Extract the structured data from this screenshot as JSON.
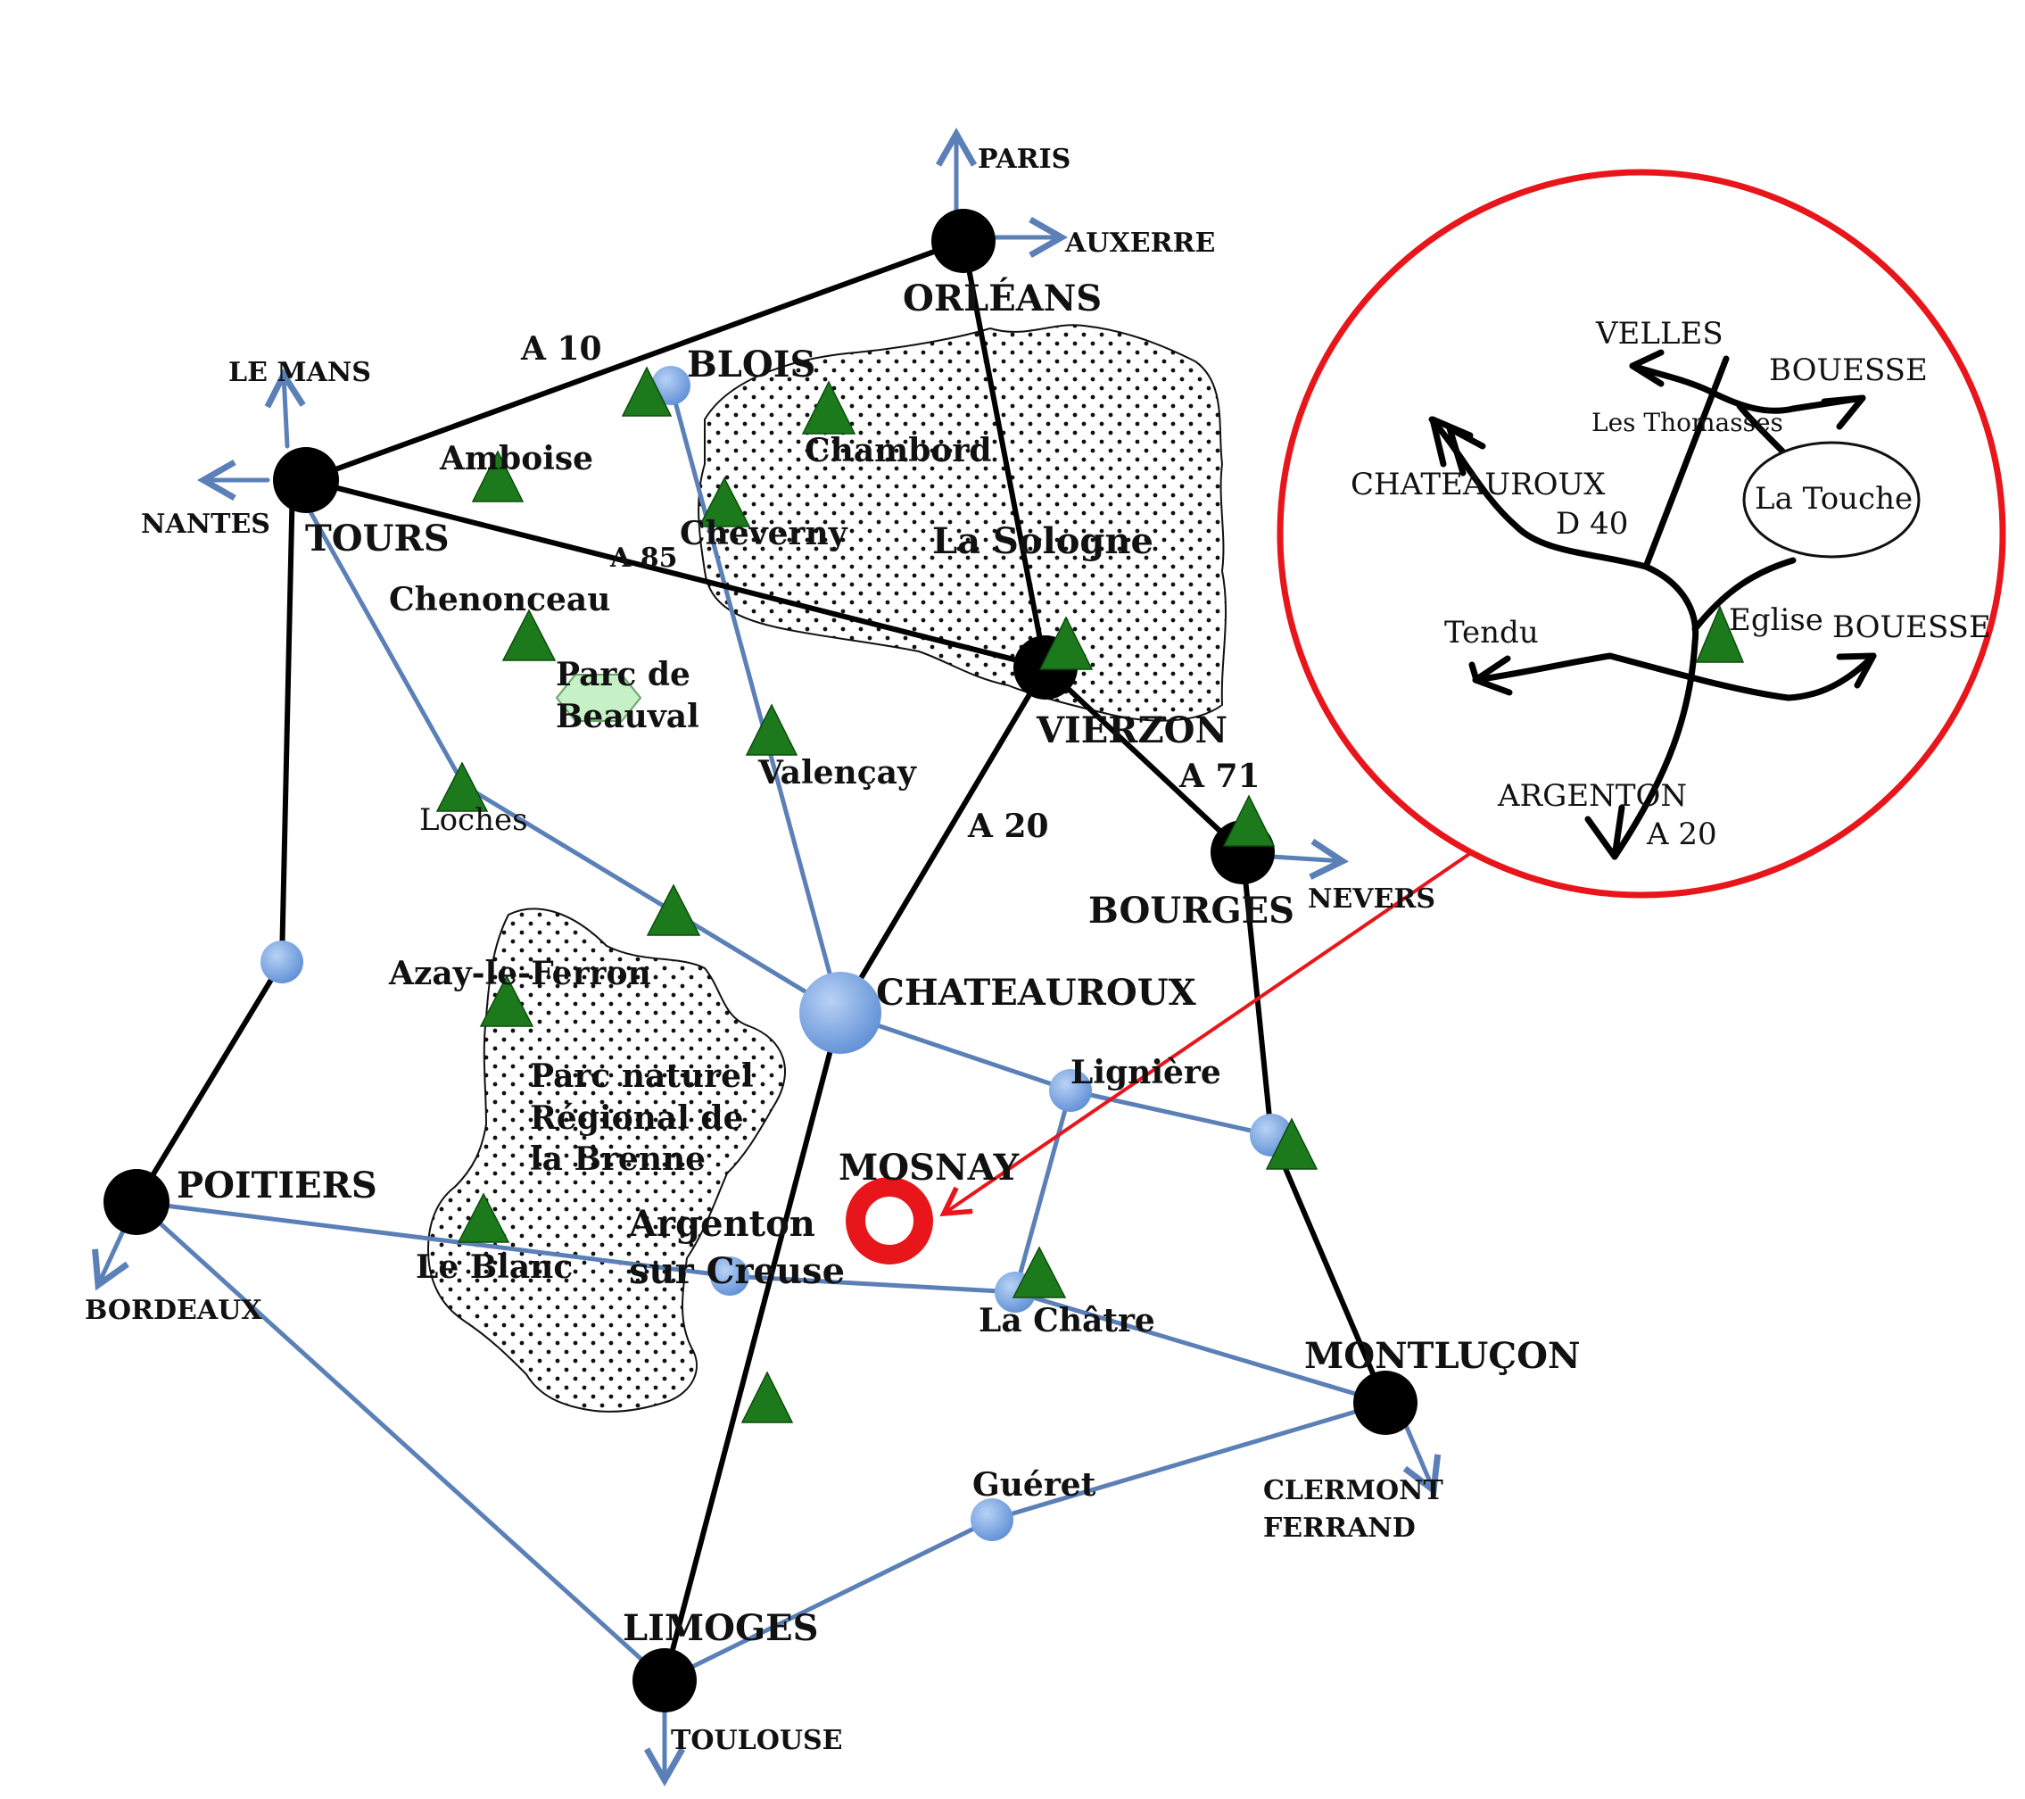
{
  "cities_major": {
    "paris": "PARIS",
    "auxerre": "AUXERRE",
    "orleans": "ORLÉANS",
    "le_mans": "LE MANS",
    "nantes": "NANTES",
    "tours": "TOURS",
    "blois": "BLOIS",
    "vierzon": "VIERZON",
    "bourges": "BOURGES",
    "nevers": "NEVERS",
    "chateauroux": "CHATEAUROUX",
    "poitiers": "POITIERS",
    "bordeaux": "BORDEAUX",
    "montlucon": "MONTLUÇON",
    "clermont_1": "CLERMONT",
    "clermont_2": "FERRAND",
    "limoges": "LIMOGES",
    "toulouse": "TOULOUSE"
  },
  "places": {
    "amboise": "Amboise",
    "chambord": "Chambord",
    "cheverny": "Cheverny",
    "chenonceau": "Chenonceau",
    "beauval_1": "Parc de",
    "beauval_2": "Beauval",
    "valencay": "Valençay",
    "loches": "Loches",
    "azay": "Azay-le-Ferron",
    "ligniere": "Lignière",
    "mosnay": "MOSNAY",
    "argenton_1": "Argenton",
    "argenton_2": "sur Creuse",
    "le_blanc": "Le Blanc",
    "la_chatre": "La Châtre",
    "gueret": "Guéret"
  },
  "regions": {
    "sologne": "La Sologne",
    "brenne_1": "Parc naturel",
    "brenne_2": "Régional de",
    "brenne_3": "la Brenne"
  },
  "roads": {
    "a10": "A 10",
    "a85": "A 85",
    "a71": "A 71",
    "a20": "A 20"
  },
  "inset": {
    "velles": "VELLES",
    "bouesse_top": "BOUESSE",
    "thomasses": "Les Thomasses",
    "chateauroux": "CHATEAUROUX",
    "la_touche": "La Touche",
    "d40": "D 40",
    "tendu": "Tendu",
    "eglise": "Eglise",
    "bouesse_right": "BOUESSE",
    "argenton": "ARGENTON",
    "a20": "A 20"
  },
  "colors": {
    "highway": "#000000",
    "road": "#5b80b8",
    "attraction": "#1c7a1c",
    "town": "#7fa7e0",
    "destination": "#e8151b",
    "zoo": "#c6f0c6"
  }
}
